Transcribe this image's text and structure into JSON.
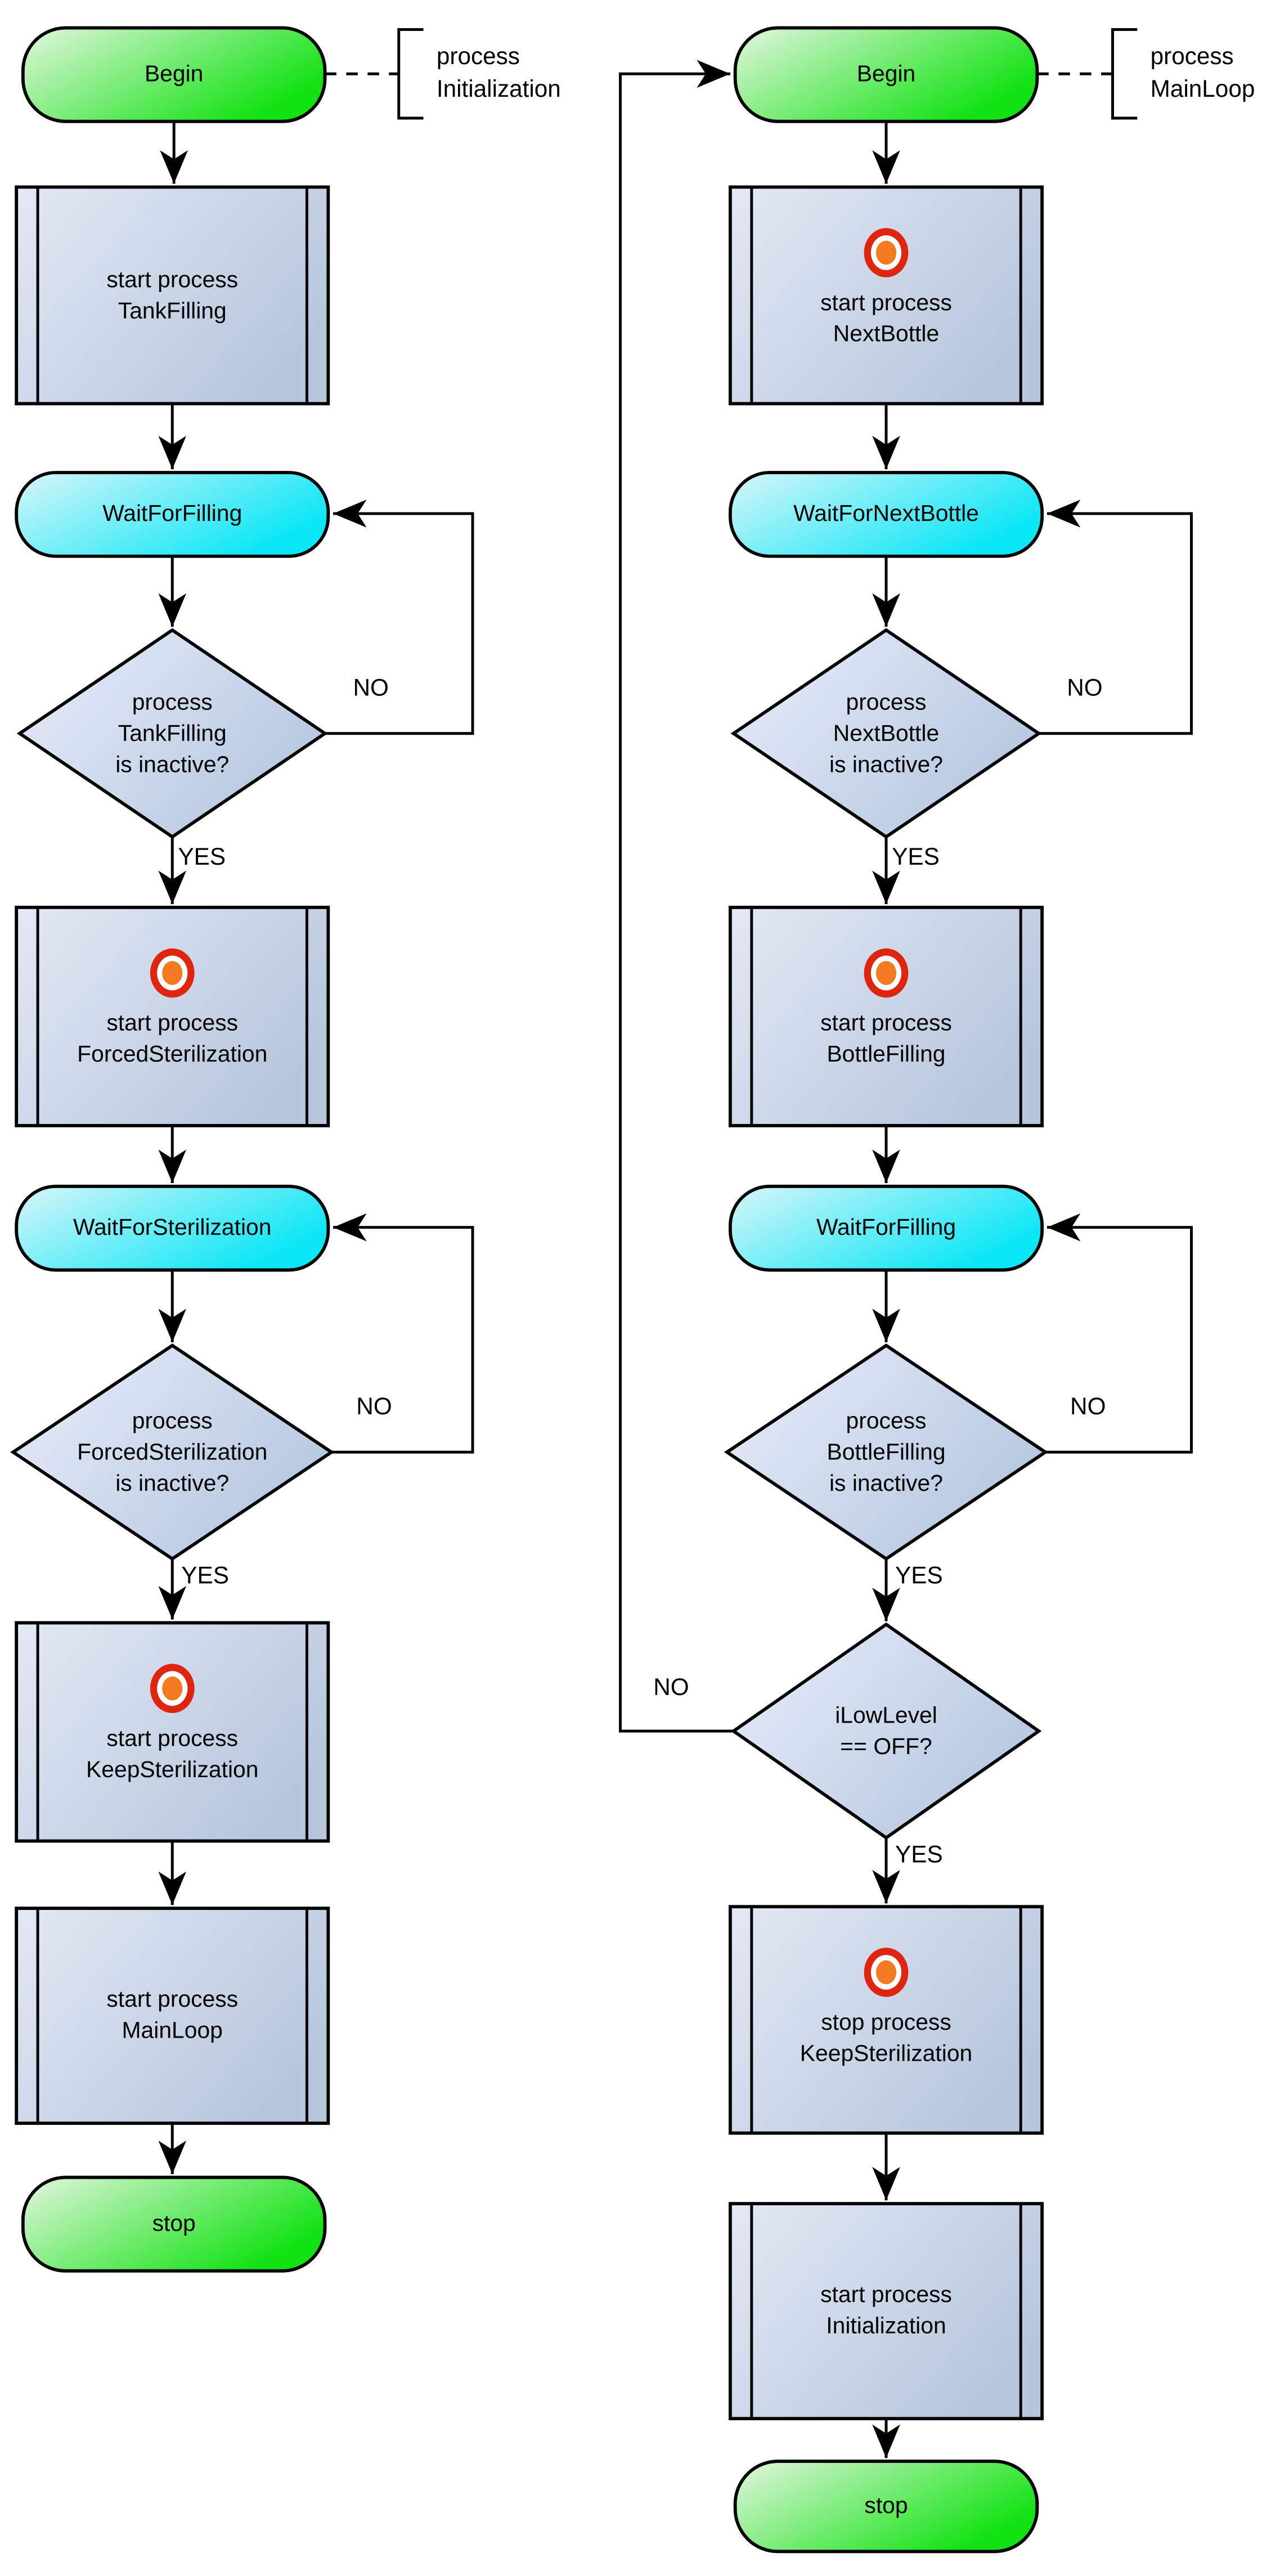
{
  "labels": {
    "yes": "YES",
    "no": "NO"
  },
  "annotations": {
    "initialization": "process\nInitialization",
    "mainloop": "process\nMainLoop"
  },
  "nodes": {
    "begin_init": "Begin",
    "start_tank_filling": "start process\nTankFilling",
    "wait_for_filling_init": "WaitForFilling",
    "tank_filling_inactive": "process\nTankFilling\nis inactive?",
    "start_forced_sterilization": "start process\nForcedSterilization",
    "wait_for_sterilization": "WaitForSterilization",
    "forced_sterilization_inactive": "process\nForcedSterilization\nis inactive?",
    "start_keep_sterilization": "start process\nKeepSterilization",
    "start_main_loop": "start process\nMainLoop",
    "stop_init": "stop",
    "begin_main": "Begin",
    "start_next_bottle": "start process\nNextBottle",
    "wait_for_next_bottle": "WaitForNextBottle",
    "next_bottle_inactive": "process\nNextBottle\nis inactive?",
    "start_bottle_filling": "start process\nBottleFilling",
    "wait_for_filling_main": "WaitForFilling",
    "bottle_filling_inactive": "process\nBottleFilling\nis inactive?",
    "ilowlevel_off": "iLowLevel\n== OFF?",
    "stop_keep_sterilization": "stop process\nKeepSterilization",
    "start_initialization": "start process\nInitialization",
    "stop_main": "stop"
  },
  "colors": {
    "begin_stop_gradient": [
      "#e4f6e0",
      "#12e212"
    ],
    "wait_gradient": [
      "#d9f6f8",
      "#0ae6f6"
    ],
    "box_gradient": [
      "#e3e9f4",
      "#b7c6dd"
    ],
    "diamond_gradient": [
      "#eaeffa",
      "#b6c7e0"
    ],
    "icon_outer": "#df2410",
    "icon_inner": "#f47a22",
    "line": "#000000"
  }
}
